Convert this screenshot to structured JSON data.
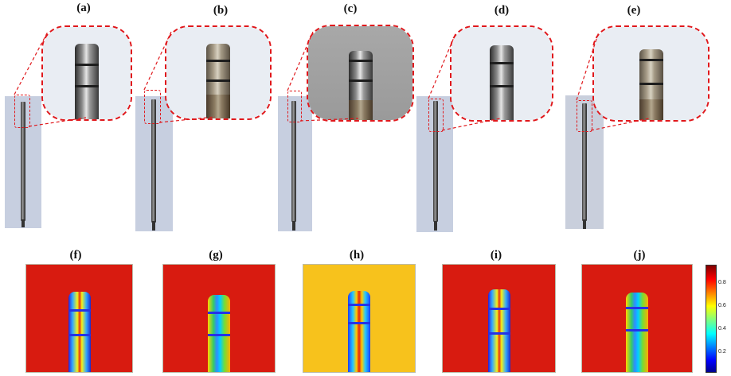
{
  "top_panels": [
    {
      "label": "(a)"
    },
    {
      "label": "(b)"
    },
    {
      "label": "(c)"
    },
    {
      "label": "(d)"
    },
    {
      "label": "(e)"
    }
  ],
  "bottom_panels": [
    {
      "label": "(f)"
    },
    {
      "label": "(g)"
    },
    {
      "label": "(h)"
    },
    {
      "label": "(i)"
    },
    {
      "label": "(j)"
    }
  ],
  "colorbar": {
    "ticks": [
      "0.8",
      "0.6",
      "0.4",
      "0.2"
    ],
    "colors": [
      "#00008f",
      "#0000ff",
      "#00ffff",
      "#ffff00",
      "#ff0000",
      "#800000"
    ]
  },
  "colors": {
    "roi_border": "#e0181c",
    "heatmap_red": "#d81b10",
    "heatmap_yellow": "#f7c21c"
  }
}
